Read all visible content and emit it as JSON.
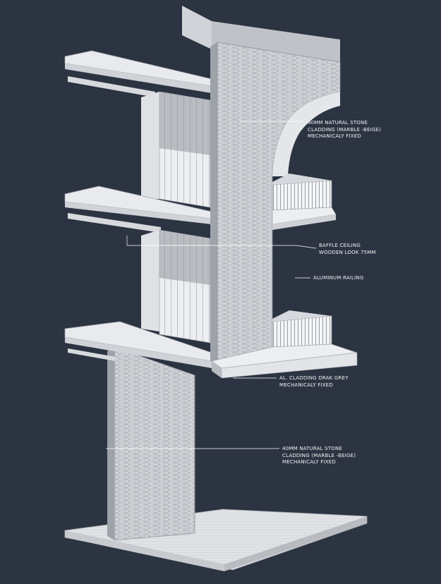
{
  "annotations": [
    {
      "id": "stone-cladding-upper",
      "lines": [
        "40MM NATURAL STONE",
        "CLADDING (MARBLE -BEIGE)",
        "MECHANICALY FIXED"
      ]
    },
    {
      "id": "baffle-ceiling",
      "lines": [
        "BAFFLE CEILING",
        "WODDEN LOOK 75MM"
      ]
    },
    {
      "id": "aluminum-railing",
      "lines": [
        "ALUMINUM RAILING"
      ]
    },
    {
      "id": "al-cladding",
      "lines": [
        "AL. CLADDING DRAK GREY",
        "MECHANICALY FIXED"
      ]
    },
    {
      "id": "stone-cladding-lower",
      "lines": [
        "40MM NATURAL STONE",
        "CLADDING (MARBLE -BEIGE)",
        "MECHANICALY FIXED"
      ]
    }
  ],
  "colors": {
    "background": "#2c3442",
    "stone": "#c9ccd1",
    "slab": "#e6e8eb",
    "glass": "#eef0f2",
    "leader": "#ffffff",
    "label_text": "#f2f2f2"
  }
}
